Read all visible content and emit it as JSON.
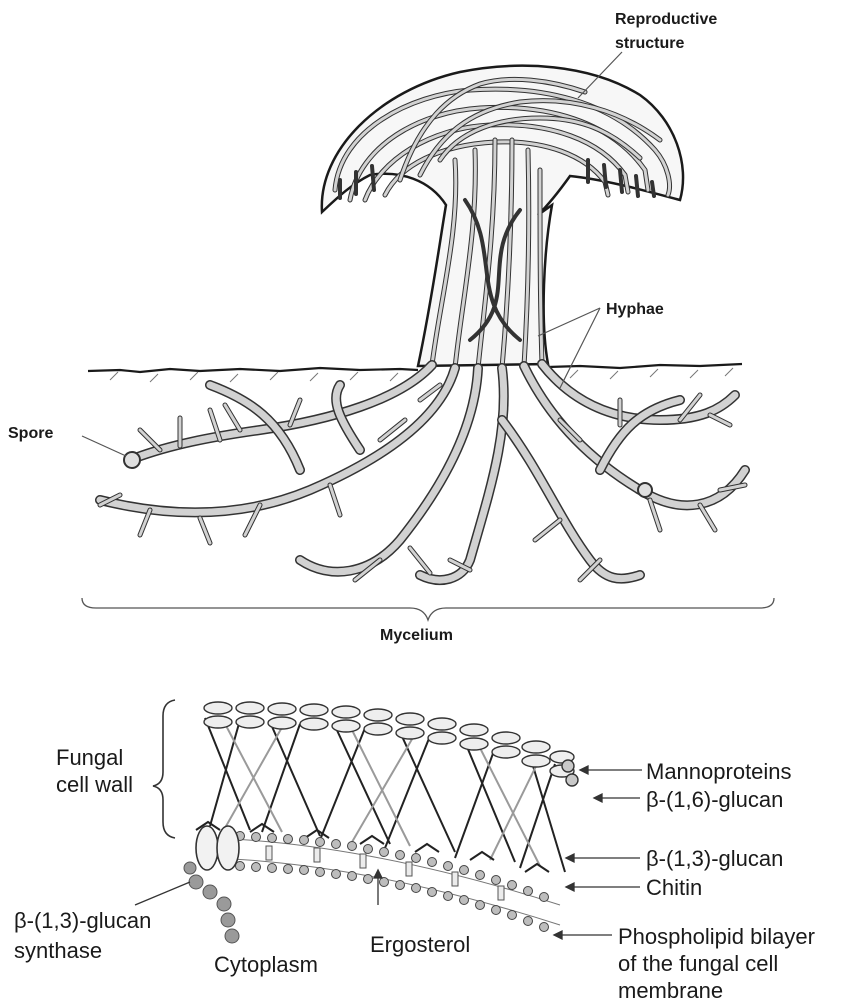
{
  "mushroom_diagram": {
    "labels": {
      "reproductive": [
        "Reproductive",
        "structure"
      ],
      "hyphae": "Hyphae",
      "spore": "Spore",
      "mycelium": "Mycelium"
    }
  },
  "cell_wall_diagram": {
    "labels": {
      "fungal_cell_wall": [
        "Fungal",
        "cell wall"
      ],
      "mannoproteins": "Mannoproteins",
      "beta_16_glucan": "β-(1,6)-glucan",
      "beta_13_glucan": "β-(1,3)-glucan",
      "chitin": "Chitin",
      "phospholipid": [
        "Phospholipid bilayer",
        "of the fungal cell",
        "membrane"
      ],
      "synthase": [
        "β-(1,3)-glucan",
        "synthase"
      ],
      "cytoplasm": "Cytoplasm",
      "ergosterol": "Ergosterol"
    }
  },
  "colors": {
    "line": "#1a1a1a",
    "hypha_fill": "#d2d2d2",
    "membrane_bead": "#b8b8b8",
    "enzyme_bead": "#9a9a9a"
  }
}
